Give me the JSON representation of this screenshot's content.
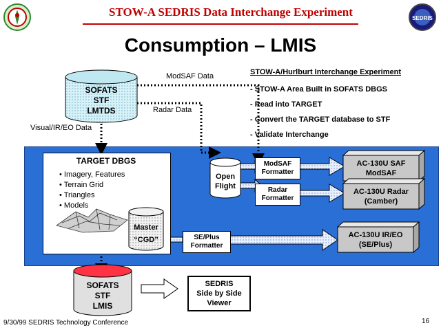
{
  "header": {
    "title": "STOW-A SEDRIS Data Interchange Experiment",
    "logo_left_icon": "stow-logo-icon",
    "logo_right_icon": "sedris-seal-icon",
    "accent_color": "#c00000"
  },
  "page_title": "Consumption – LMIS",
  "experiment": {
    "heading": "STOW-A/Hurlburt Interchange Experiment",
    "items": [
      "- STOW-A Area Built in SOFATS DBGS",
      "- Read into TARGET",
      "- Convert the TARGET database to STF",
      "- Validate Interchange"
    ]
  },
  "source_db": {
    "lines": [
      "SOFATS",
      "STF",
      "LMTDS"
    ]
  },
  "flow_labels": {
    "modsaf_data": "ModSAF Data",
    "radar_data": "Radar Data",
    "visual_data": "Visual/IR/EO Data"
  },
  "target_dbgs": {
    "title": "TARGET DBGS",
    "items": [
      "Imagery, Features",
      "Terrain Grid",
      "Triangles",
      "Models"
    ],
    "master_lines": [
      "Master",
      "“CGD”"
    ]
  },
  "open_flight": {
    "lines": [
      "Open",
      "Flight"
    ]
  },
  "formatters": [
    {
      "lines": [
        "ModSAF",
        "Formatter"
      ]
    },
    {
      "lines": [
        "Radar",
        "Formatter"
      ]
    },
    {
      "lines": [
        "SE/Plus",
        "Formatter"
      ]
    }
  ],
  "aircraft": [
    {
      "lines": [
        "AC-130U SAF",
        "ModSAF"
      ],
      "color": "#c8c8c8"
    },
    {
      "lines": [
        "AC-130U Radar",
        "(Camber)"
      ],
      "color": "#c8c8c8"
    },
    {
      "lines": [
        "AC-130U IR/EO",
        "(SE/Plus)"
      ],
      "color": "#c8c8c8"
    }
  ],
  "output_db": {
    "lines": [
      "SOFATS",
      "STF",
      "LMIS"
    ]
  },
  "viewer": {
    "lines": [
      "SEDRIS",
      "Side by Side",
      "Viewer"
    ]
  },
  "footer": {
    "left": "9/30/99 SEDRIS Technology Conference",
    "page_number": "16"
  },
  "colors": {
    "panel_blue": "#2a6fd6",
    "db_cyan": "#bfe8f0",
    "db_red": "#ff3344",
    "arrow_stipple": "#cfe0ff"
  }
}
